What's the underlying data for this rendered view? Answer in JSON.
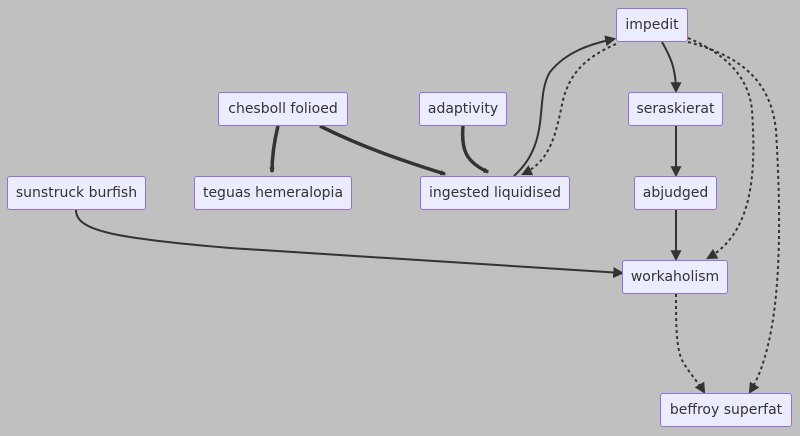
{
  "diagram": {
    "nodes": {
      "impedit": "impedit",
      "chesboll": "chesboll folioed",
      "adaptivity": "adaptivity",
      "seraskierat": "seraskierat",
      "sunstruck": "sunstruck burfish",
      "teguas": "teguas hemeralopia",
      "ingested": "ingested liquidised",
      "abjudged": "abjudged",
      "workaholism": "workaholism",
      "beffroy": "beffroy superfat"
    },
    "edges": [
      {
        "from": "chesboll folioed",
        "to": "teguas hemeralopia",
        "style": "thick"
      },
      {
        "from": "chesboll folioed",
        "to": "ingested liquidised",
        "style": "thick"
      },
      {
        "from": "adaptivity",
        "to": "ingested liquidised",
        "style": "thick"
      },
      {
        "from": "ingested liquidised",
        "to": "impedit",
        "style": "solid"
      },
      {
        "from": "impedit",
        "to": "ingested liquidised",
        "style": "dotted"
      },
      {
        "from": "impedit",
        "to": "seraskierat",
        "style": "solid"
      },
      {
        "from": "seraskierat",
        "to": "abjudged",
        "style": "solid"
      },
      {
        "from": "abjudged",
        "to": "workaholism",
        "style": "solid"
      },
      {
        "from": "impedit",
        "to": "workaholism",
        "style": "dotted"
      },
      {
        "from": "impedit",
        "to": "beffroy superfat",
        "style": "dotted"
      },
      {
        "from": "sunstruck burfish",
        "to": "workaholism",
        "style": "solid"
      },
      {
        "from": "workaholism",
        "to": "beffroy superfat",
        "style": "dotted"
      }
    ],
    "colors": {
      "background": "#c0c0c0",
      "node_fill": "#ececff",
      "node_border": "#9370db",
      "edge": "#333333"
    }
  }
}
